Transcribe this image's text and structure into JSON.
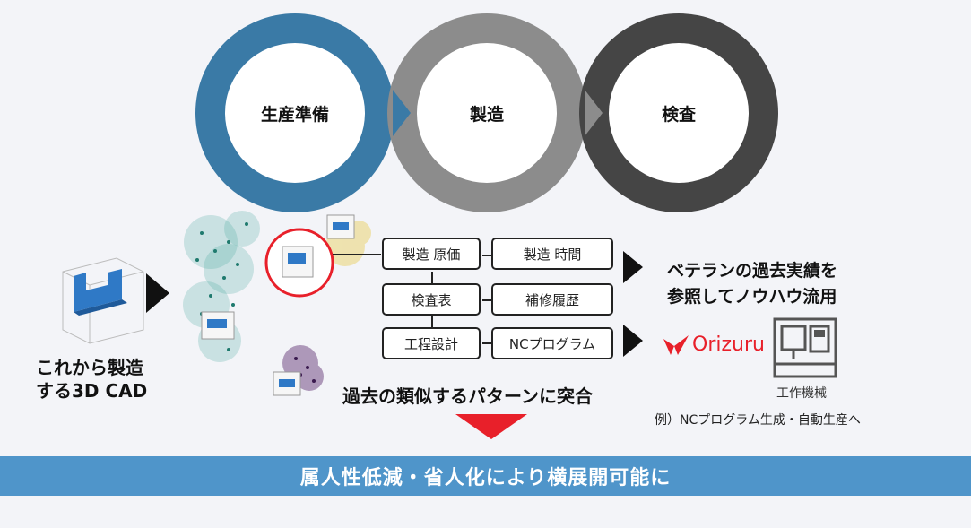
{
  "process": {
    "step1": "生産準備",
    "step2": "製造",
    "step3": "検査"
  },
  "input": {
    "label_line1": "これから製造",
    "label_line2": "する3D CAD"
  },
  "matching_caption": "過去の類似するパターンに突合",
  "boxes": {
    "cost": "製造 原価",
    "time": "製造 時間",
    "inspection": "検査表",
    "repair": "補修履歴",
    "process_design": "工程設計",
    "nc_program": "NCプログラム"
  },
  "knowhow": {
    "line1": "ベテランの過去実績を",
    "line2": "参照してノウハウ流用"
  },
  "logo_text": "Orizuru",
  "machine_label": "工作機械",
  "example_text": "例）NCプログラム生成・自動生産へ",
  "banner_text": "属人性低減・省人化により横展開可能に",
  "colors": {
    "ring1": "#3a7aa6",
    "ring2": "#8c8c8c",
    "ring3": "#454545",
    "banner": "#4f95ca",
    "accent_red": "#e8202a",
    "part_blue": "#2f79c6"
  }
}
